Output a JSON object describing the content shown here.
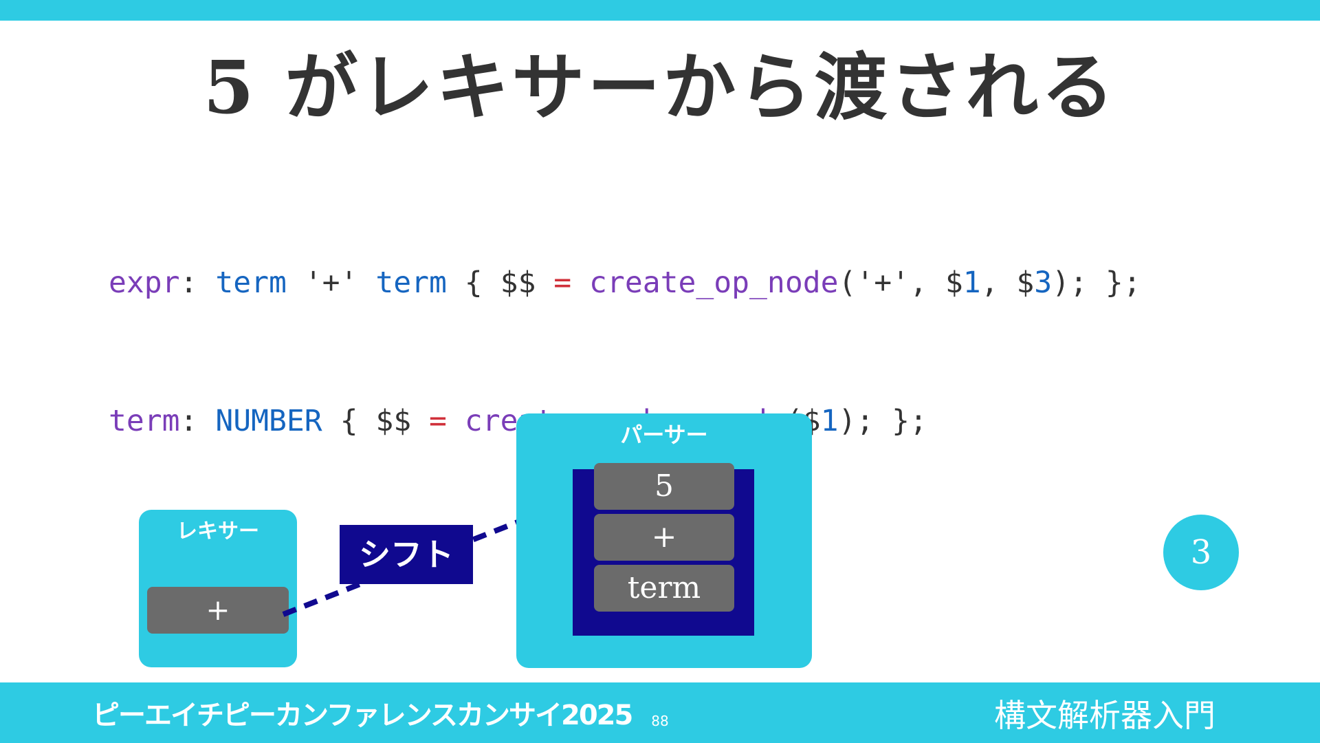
{
  "slide": {
    "title": "5 がレキサーから渡される",
    "page_number": "88",
    "footer_left": "ピーエイチピーカンファレンスカンサイ2025",
    "footer_right": "構文解析器入門",
    "step_badge": "3"
  },
  "code": {
    "line1": {
      "t1": "expr",
      "t2": ": ",
      "t3": "term",
      "t4": " '+' ",
      "t5": "term",
      "t6": " { $$ ",
      "t7": "=",
      "t8": " ",
      "t9": "create_op_node",
      "t10": "('+', $",
      "t11": "1",
      "t12": ", $",
      "t13": "3",
      "t14": "); };"
    },
    "line2": {
      "t1": "term",
      "t2": ": ",
      "t3": "NUMBER",
      "t4": " { $$ ",
      "t5": "=",
      "t6": " ",
      "t7": "create_number_node",
      "t8": "($",
      "t9": "1",
      "t10": "); };"
    }
  },
  "lexer": {
    "label": "レキサー",
    "token": "+"
  },
  "shift": {
    "label": "シフト"
  },
  "parser": {
    "label": "パーサー",
    "stack": [
      "5",
      "+",
      "term"
    ]
  },
  "colors": {
    "accent": "#2ecbe3",
    "navy": "#10098f",
    "token_gray": "#6b6b6b"
  }
}
